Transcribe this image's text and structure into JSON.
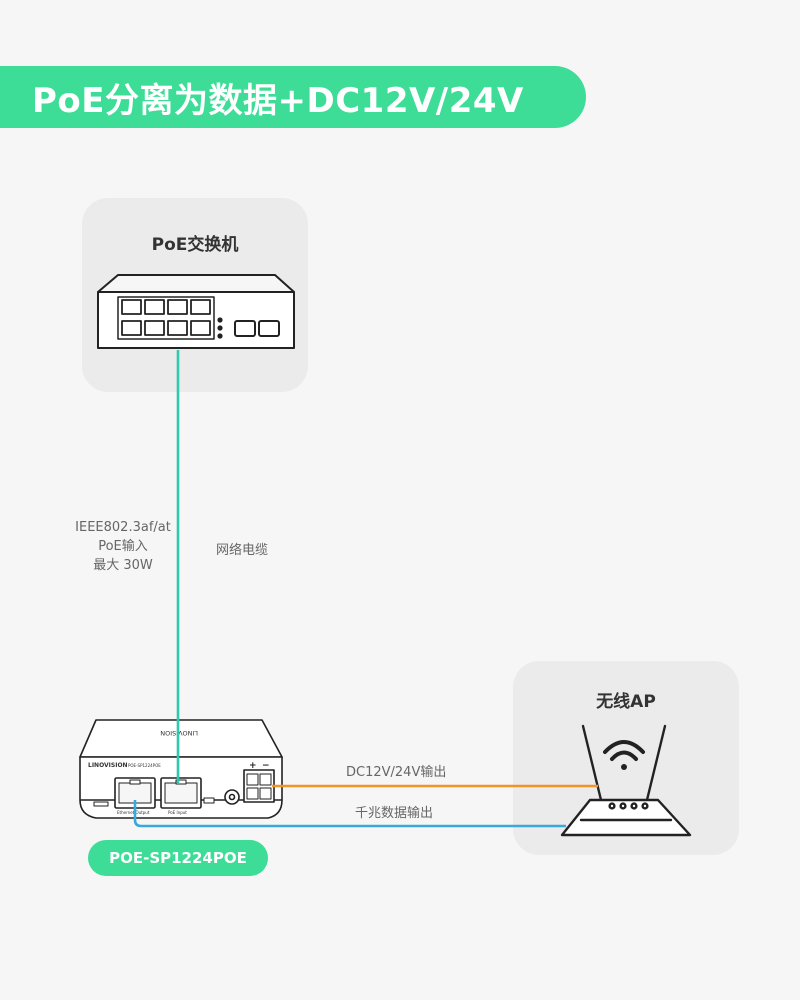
{
  "banner": {
    "title": "PoE分离为数据+DC12V/24V"
  },
  "switch_card": {
    "label": "PoE交换机"
  },
  "ap_card": {
    "label": "无线AP"
  },
  "poe_spec": {
    "line1": "IEEE802.3af/at",
    "line2": "PoE输入",
    "line3": "最大 30W"
  },
  "cable_label": "网络电缆",
  "dc_output_label": "DC12V/24V输出",
  "data_output_label": "千兆数据输出",
  "device": {
    "brand_top": "LINOVISION",
    "brand_front": "LINOVISION",
    "model_small": "POE-SP1224POE",
    "port_left_label": "Ethernet Output",
    "port_right_label": "PoE Input",
    "terminal_plus": "+",
    "terminal_minus": "−"
  },
  "model_badge": "POE-SP1224POE",
  "colors": {
    "accent_green": "#3ddc97",
    "poe_cable": "#2fc9b0",
    "dc_cable": "#f0932b",
    "data_cable": "#39a9dc",
    "line_dark": "#222222"
  }
}
